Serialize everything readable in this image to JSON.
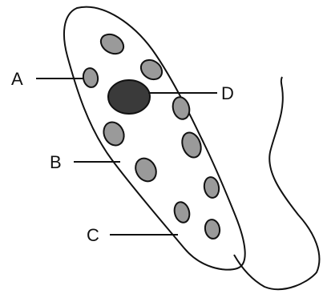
{
  "labels": {
    "a": "A",
    "b": "B",
    "c": "C",
    "d": "D"
  },
  "colors": {
    "outline": "#111111",
    "organelle_fill": "#9a9a9a",
    "nucleus_fill": "#3a3a3a",
    "background": "#ffffff"
  }
}
